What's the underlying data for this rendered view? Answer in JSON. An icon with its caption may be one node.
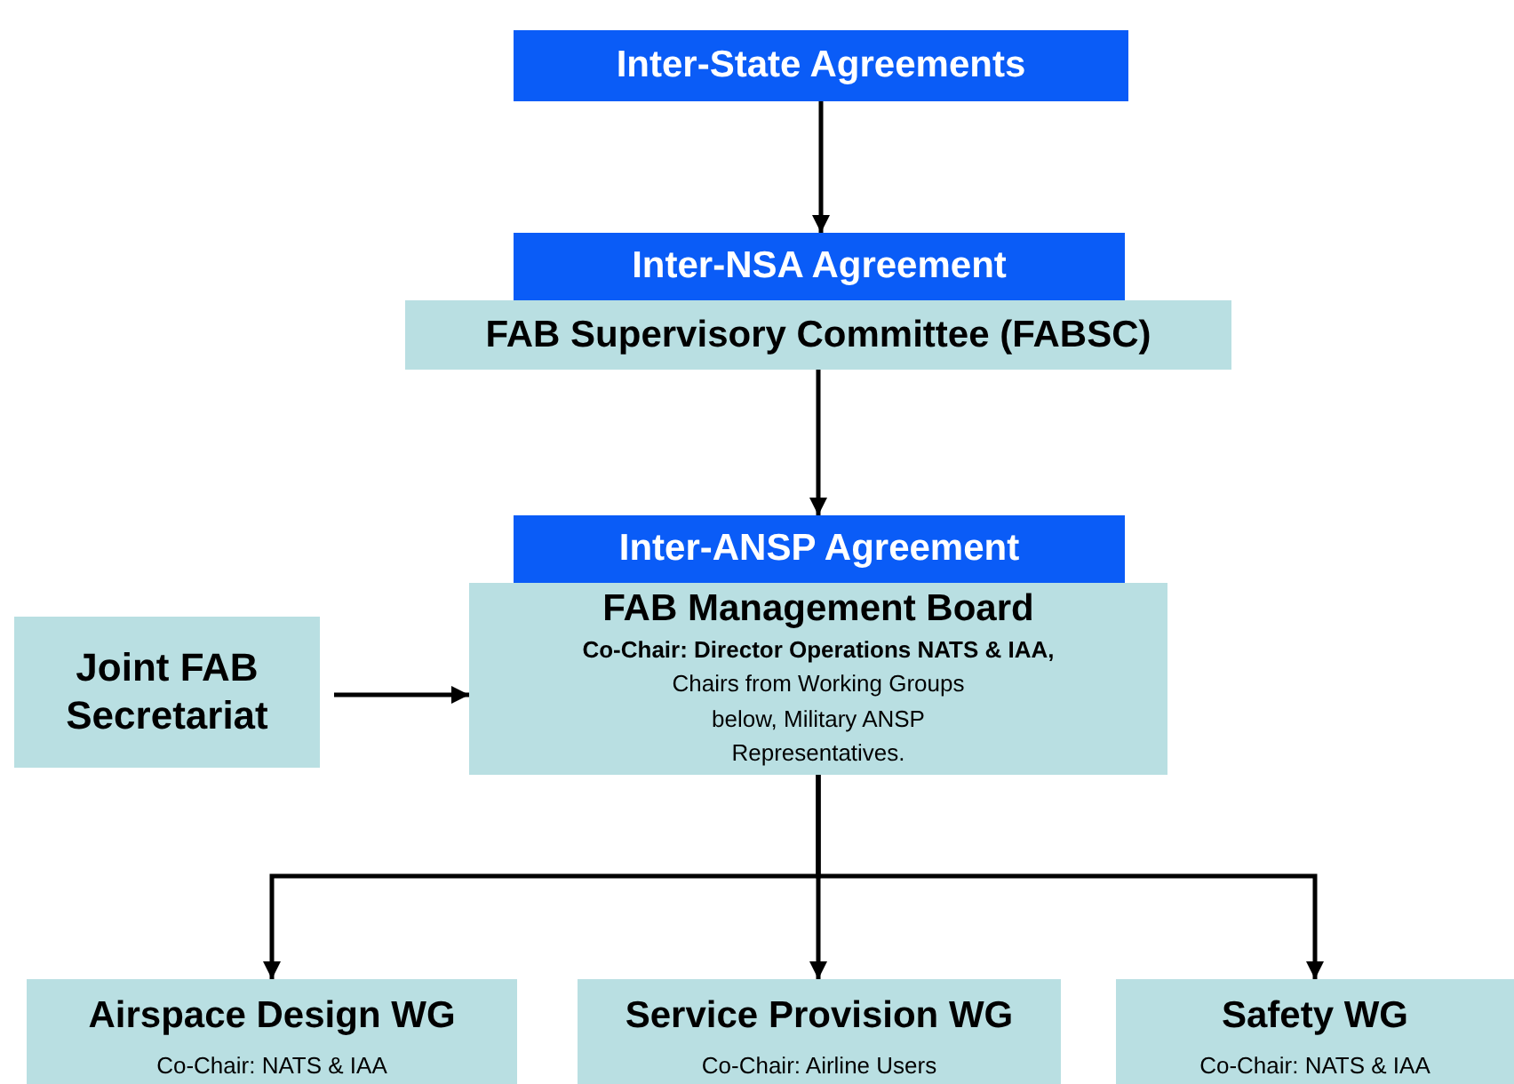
{
  "diagram": {
    "nodes": [
      {
        "text": [
          "Inter-State Agreements"
        ]
      },
      {
        "text": [
          "Inter-NSA Agreement"
        ]
      },
      {
        "text": [
          "FAB Supervisory Committee (FABSC)"
        ]
      },
      {
        "text": [
          "Inter-ANSP Agreement"
        ]
      },
      {
        "text": [
          "FAB Management Board",
          "**Co-Chair: Director Operations NATS & IAA,**",
          "Chairs from Working Groups below, Military ANSP Representatives."
        ]
      },
      {
        "text": [
          "Joint FAB Secretariat"
        ]
      },
      {
        "text": [
          "Airspace Design WG",
          "Co-Chair: NATS & IAA"
        ]
      },
      {
        "text": [
          "Service Provision WG",
          "Co-Chair: Airline Users"
        ]
      },
      {
        "text": [
          "Safety WG",
          "Co-Chair: NATS & IAA"
        ]
      }
    ],
    "edges": [
      {
        "from": 0,
        "to": 1,
        "arrow": "to"
      },
      {
        "from": 2,
        "to": 3,
        "arrow": "to"
      },
      {
        "from": 5,
        "to": 4,
        "arrow": "to"
      },
      {
        "from": 4,
        "to": 6,
        "arrow": "to"
      },
      {
        "from": 4,
        "to": 7,
        "arrow": "to"
      },
      {
        "from": 4,
        "to": 8,
        "arrow": "to"
      }
    ]
  }
}
